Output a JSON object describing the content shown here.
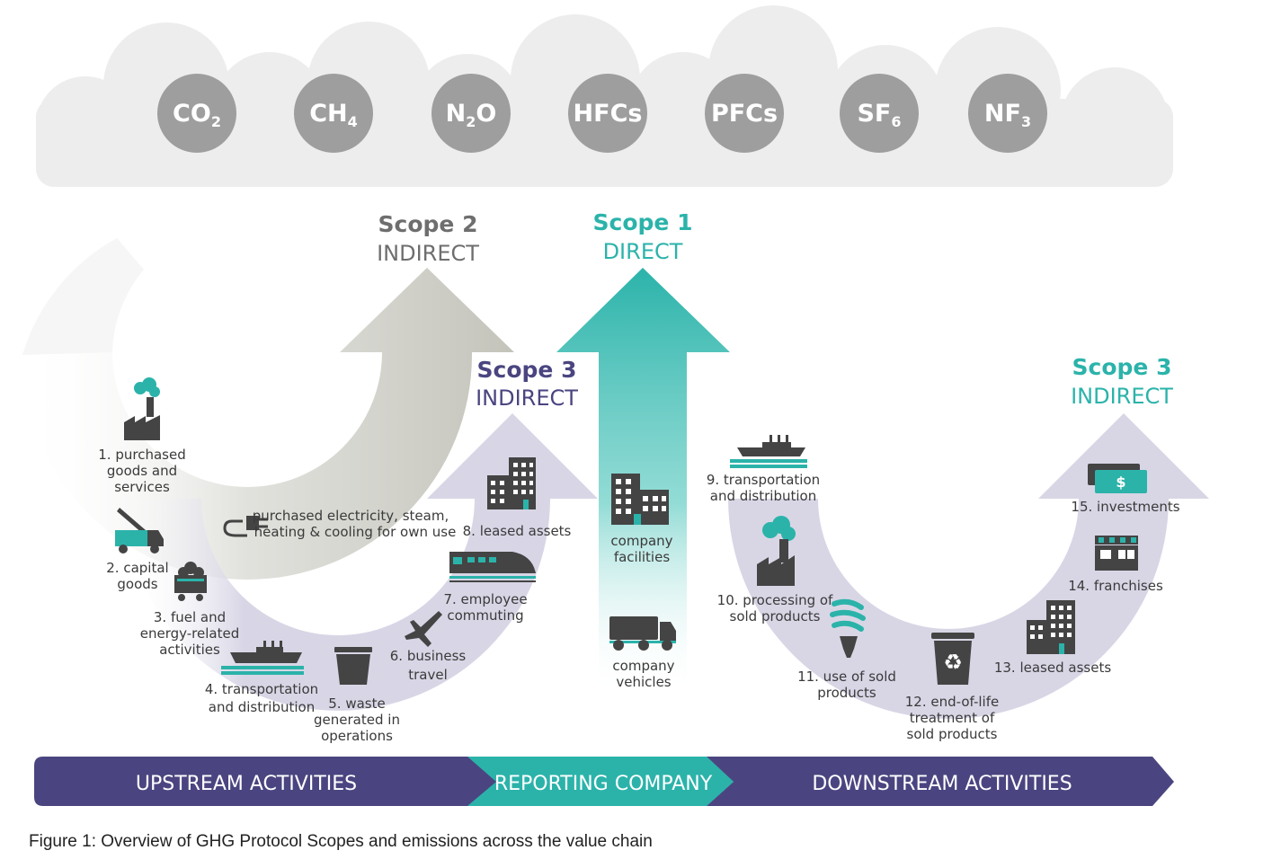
{
  "gases": [
    {
      "base": "CO",
      "sub": "2"
    },
    {
      "base": "CH",
      "sub": "4"
    },
    {
      "base": "N",
      "sub": "2",
      "tail": "O"
    },
    {
      "base": "HFCs",
      "sub": ""
    },
    {
      "base": "PFCs",
      "sub": ""
    },
    {
      "base": "SF",
      "sub": "6"
    },
    {
      "base": "NF",
      "sub": "3"
    }
  ],
  "scopes": {
    "scope2": {
      "title": "Scope 2",
      "type": "INDIRECT"
    },
    "scope1": {
      "title": "Scope 1",
      "type": "DIRECT"
    },
    "scope3_up": {
      "title": "Scope 3",
      "type": "INDIRECT"
    },
    "scope3_down": {
      "title": "Scope 3",
      "type": "INDIRECT"
    }
  },
  "upstream": {
    "cat1": [
      "1. purchased",
      "goods and",
      "services"
    ],
    "cat2": [
      "2. capital",
      "goods"
    ],
    "cat3": [
      "3. fuel and",
      "energy-related",
      "activities"
    ],
    "cat4": [
      "4. transportation",
      "and distribution"
    ],
    "cat5": [
      "5. waste",
      "generated in",
      "operations"
    ],
    "cat6": [
      "6. business",
      "travel"
    ],
    "cat7": [
      "7. employee",
      "commuting"
    ],
    "cat8": [
      "8. leased assets"
    ],
    "scope2_item": [
      "purchased electricity, steam,",
      "heating & cooling for own use"
    ]
  },
  "company": {
    "facilities": [
      "company",
      "facilities"
    ],
    "vehicles": [
      "company",
      "vehicles"
    ]
  },
  "downstream": {
    "cat9": [
      "9. transportation",
      "and distribution"
    ],
    "cat10": [
      "10. processing of",
      "sold products"
    ],
    "cat11": [
      "11. use of sold",
      "products"
    ],
    "cat12": [
      "12. end-of-life",
      "treatment of",
      "sold products"
    ],
    "cat13": [
      "13. leased assets"
    ],
    "cat14": [
      "14. franchises"
    ],
    "cat15": [
      "15. investments"
    ]
  },
  "band": {
    "upstream": "UPSTREAM ACTIVITIES",
    "reporting": "REPORTING COMPANY",
    "downstream": "DOWNSTREAM ACTIVITIES"
  },
  "caption": "Figure 1: Overview of GHG Protocol Scopes and emissions across the value chain",
  "colors": {
    "teal": "#2bb3aa",
    "purple": "#4a4580",
    "gray_arrow": "#bdbdb3",
    "lavender": "#d6d4e4",
    "gas_circle": "#9e9e9e",
    "cloud": "#ededed",
    "icon": "#444444"
  }
}
